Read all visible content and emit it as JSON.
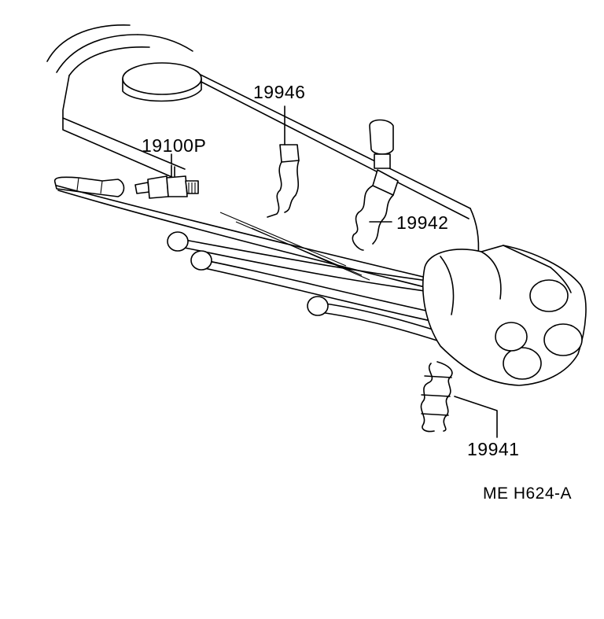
{
  "parts": {
    "spark_plug": "19100P",
    "clamp_top": "19946",
    "clamp_middle": "19942",
    "clamp_bottom": "19941"
  },
  "diagram_code": "ME  H624-A"
}
